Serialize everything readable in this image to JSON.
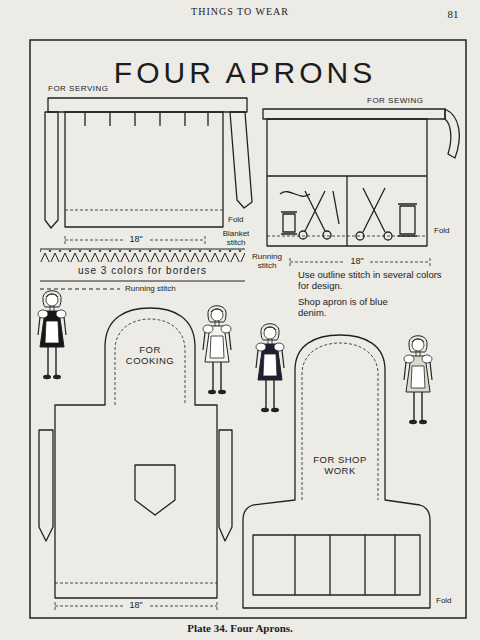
{
  "diagram": {
    "title": "FOUR APRONS",
    "caption": "Plate 34. Four Aprons.",
    "nodes": [
      {
        "text": [
          "FOR SERVING"
        ]
      },
      {
        "text": [
          "FOR SEWING"
        ]
      },
      {
        "text": [
          "FOR COOKING"
        ]
      },
      {
        "text": [
          "FOR SHOP WORK"
        ]
      }
    ],
    "labels": [
      "THINGS TO WEAR",
      "81",
      "18\"",
      "Fold",
      "Blanket stitch",
      "Running stitch",
      "use 3 colors for borders",
      "Running stitch",
      "18\"",
      "Fold",
      "Use outline stitch in several colors for design.",
      "Shop apron is of blue denim.",
      "18\"",
      "Fold"
    ]
  }
}
